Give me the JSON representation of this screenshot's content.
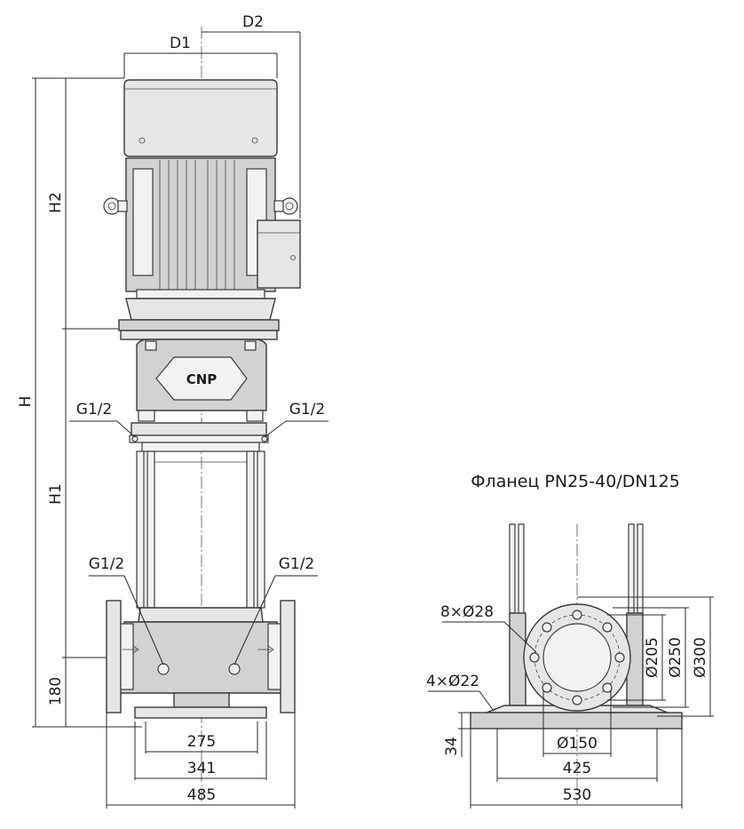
{
  "diagram": {
    "flange_title": "Фланец PN25-40/DN125",
    "brand": "CNP",
    "dimensions": {
      "d1": "D1",
      "d2": "D2",
      "h": "H",
      "h1": "H1",
      "h2": "H2",
      "inlet_height": "180",
      "base_inner": "275",
      "base_outer": "341",
      "flange_span": "485",
      "base_thickness": "34",
      "side_bolt_span": "425",
      "side_total": "530",
      "pipe_inner": "Ø150",
      "flange_d205": "Ø205",
      "flange_d250": "Ø250",
      "flange_d300": "Ø300",
      "flange_holes": "8×Ø28",
      "base_holes": "4×Ø22"
    },
    "ports": {
      "upper_left": "G1/2",
      "upper_right": "G1/2",
      "lower_left": "G1/2",
      "lower_right": "G1/2"
    }
  }
}
